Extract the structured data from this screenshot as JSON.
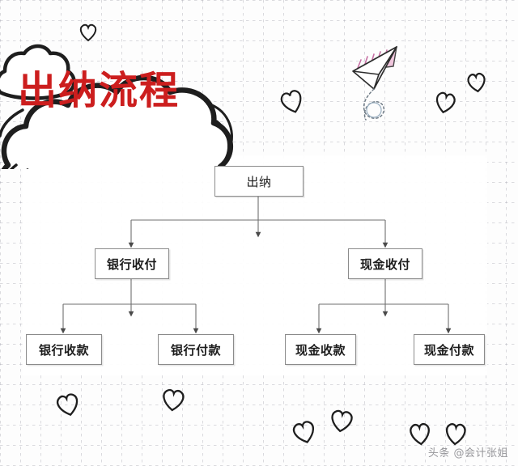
{
  "title": {
    "text": "出纳流程",
    "color": "#cc1e1e"
  },
  "flowchart": {
    "root": {
      "label": "出纳"
    },
    "level2": [
      {
        "label": "银行收付"
      },
      {
        "label": "现金收付"
      }
    ],
    "level3": [
      {
        "label": "银行收款"
      },
      {
        "label": "银行付款"
      },
      {
        "label": "现金收款"
      },
      {
        "label": "现金付款"
      }
    ]
  },
  "decorations": {
    "paper_plane": "paper-plane-icon",
    "hearts": [
      "heart-icon",
      "heart-icon",
      "heart-icon",
      "heart-icon",
      "heart-icon",
      "heart-icon",
      "heart-icon",
      "heart-icon",
      "heart-icon",
      "heart-icon"
    ],
    "cloud": "cloud-bubble-icon"
  },
  "watermark": {
    "text": "头条 @会计张姐"
  },
  "colors": {
    "title_red": "#cc1e1e",
    "box_border": "#8b8b8b",
    "line": "#6f6f6f",
    "grid": "#9a9aa2",
    "plane_wing": "#e79fc6"
  }
}
